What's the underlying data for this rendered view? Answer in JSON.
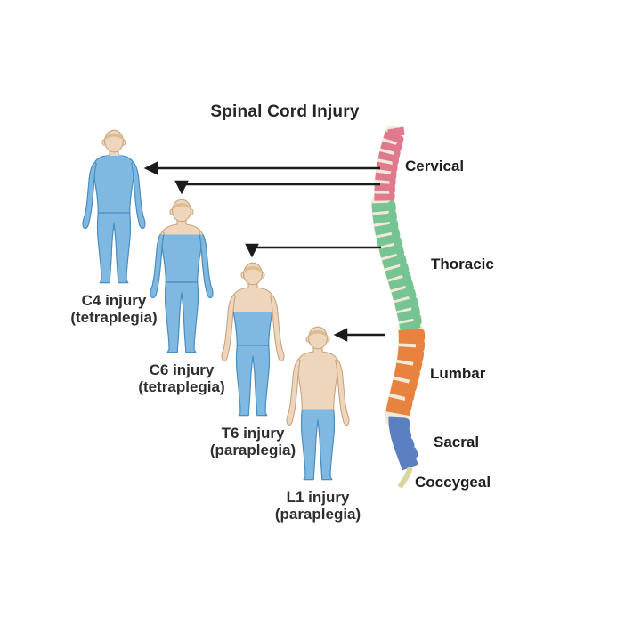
{
  "title": "Spinal Cord Injury",
  "figures": [
    {
      "name": "C4 injury",
      "condition": "(tetraplegia)",
      "affected_from": "neck",
      "arms_affected": true
    },
    {
      "name": "C6 injury",
      "condition": "(tetraplegia)",
      "affected_from": "upper-chest",
      "arms_affected": true
    },
    {
      "name": "T6 injury",
      "condition": "(paraplegia)",
      "affected_from": "mid-chest",
      "arms_affected": false
    },
    {
      "name": "L1 injury",
      "condition": "(paraplegia)",
      "affected_from": "hips",
      "arms_affected": false
    }
  ],
  "spine_regions": [
    {
      "name": "Cervical"
    },
    {
      "name": "Thoracic"
    },
    {
      "name": "Lumbar"
    },
    {
      "name": "Sacral"
    },
    {
      "name": "Coccygeal"
    }
  ],
  "colors": {
    "skin": "#eed6bc",
    "skin_line": "#c8a47e",
    "hair": "#dcbd92",
    "body_blue": "#7fb9e2",
    "body_blue_line": "#4a8fc2",
    "cervical": "#e0798e",
    "thoracic": "#77c493",
    "lumbar": "#e8823f",
    "sacral": "#5b80c2",
    "coccygeal": "#d8d79b",
    "disc": "#f2e8d7",
    "ink": "#1b1b1b"
  }
}
